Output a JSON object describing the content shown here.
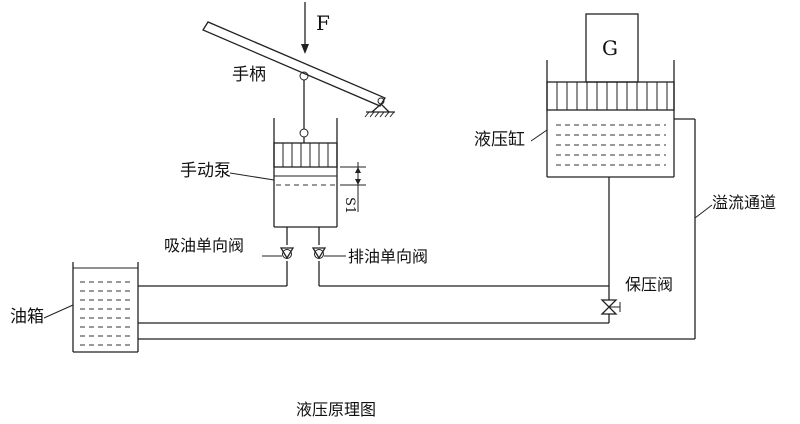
{
  "labels": {
    "force": "F",
    "handle": "手柄",
    "hand_pump": "手动泵",
    "stroke": "S1",
    "suction_valve": "吸油单向阀",
    "discharge_valve": "排油单向阀",
    "tank": "油箱",
    "cylinder": "液压缸",
    "load": "G",
    "overflow": "溢流通道",
    "hold_valve": "保压阀",
    "caption": "液压原理图"
  }
}
